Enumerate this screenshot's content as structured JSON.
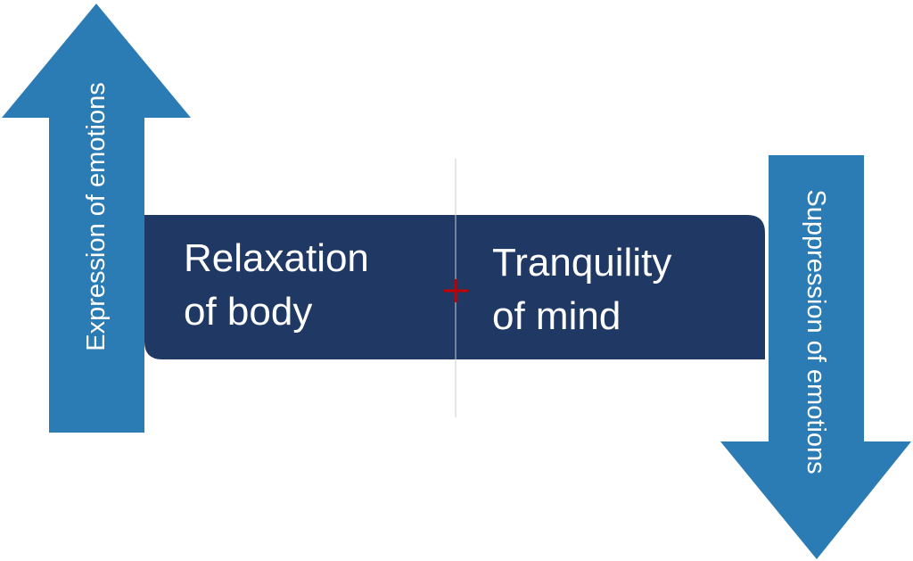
{
  "colors": {
    "arrow": "#2b7bb5",
    "box": "#1f3864",
    "divider": "#c9cdd4",
    "plus": "#c00000",
    "text": "#ffffff"
  },
  "left_arrow": {
    "direction": "up",
    "label": "Expression of emotions"
  },
  "right_arrow": {
    "direction": "down",
    "label": "Suppression of emotions"
  },
  "center_box": {
    "left": {
      "line1": "Relaxation",
      "line2": "of body"
    },
    "right": {
      "line1": "Tranquility",
      "line2": "of mind"
    },
    "joiner": "+"
  }
}
